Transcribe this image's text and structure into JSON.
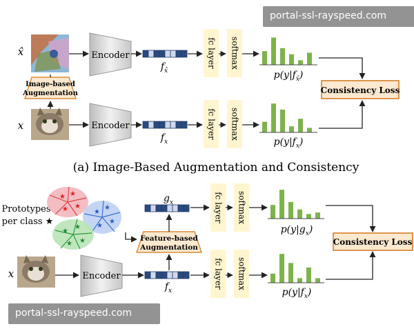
{
  "watermark": {
    "top": "portal-ssl-rayspeed.com",
    "bottom": "portal-ssl-rayspeed.com"
  },
  "panel_a": {
    "caption": "(a) Image-Based Augmentation and Consistency",
    "xhat_label": "x̂",
    "x_label": "x",
    "image_aug_label_1": "Image-based",
    "image_aug_label_2": "Augmentation",
    "encoder_top": "Encoder",
    "encoder_bottom": "Encoder",
    "feature_top": "f",
    "feature_top_sub": "x̂",
    "feature_bottom": "f",
    "feature_bottom_sub": "x",
    "fc_top": "fc layer",
    "softmax_top": "softmax",
    "fc_bottom": "fc layer",
    "softmax_bottom": "softmax",
    "prob_top": "p(y|f",
    "prob_top_sub": "x̂",
    "prob_bottom": "p(y|f",
    "prob_bottom_sub": "x",
    "consistency_loss": "Consistency Loss"
  },
  "panel_b": {
    "prototypes_line1": "Prototypes",
    "prototypes_line2": "per class ★",
    "x_label": "x",
    "feature_aug_label_1": "Feature-based",
    "feature_aug_label_2": "Augmentation",
    "encoder": "Encoder",
    "feature_g": "g",
    "feature_g_sub": "x",
    "feature_f": "f",
    "feature_f_sub": "x",
    "fc_top": "fc layer",
    "softmax_top": "softmax",
    "fc_bottom": "fc layer",
    "softmax_bottom": "softmax",
    "prob_top": "p(y|g",
    "prob_top_sub": "x",
    "prob_bottom": "p(y|f",
    "prob_bottom_sub": "x",
    "consistency_loss": "Consistency Loss"
  },
  "colors": {
    "bar_green": "#7db34a",
    "fc_yellow": "#fff6cf",
    "loss_fill": "#fde9cf",
    "loss_border": "#d98a3a",
    "feature_dark": "#2b4a7e",
    "feature_light": "#cfd9ec",
    "encoder_fill": "#e2e2e2",
    "arrow": "#222222"
  }
}
